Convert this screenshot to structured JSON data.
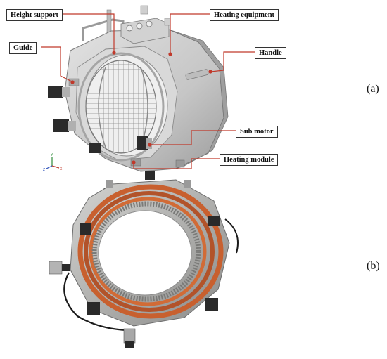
{
  "callouts": {
    "height_support": "Height support",
    "heating_equipment": "Heating equipment",
    "guide": "Guide",
    "handle": "Handle",
    "sub_motor": "Sub motor",
    "heating_module": "Heating module"
  },
  "panels": {
    "a": "(a)",
    "b": "(b)"
  },
  "axis_triad": {
    "x": "X",
    "y": "Y",
    "z": "Z"
  },
  "colors": {
    "callout_line": "#c0392b",
    "housing": "#c9c9c9",
    "copper_coil": "#c8602f",
    "steel_plate": "#b3b3b1"
  }
}
